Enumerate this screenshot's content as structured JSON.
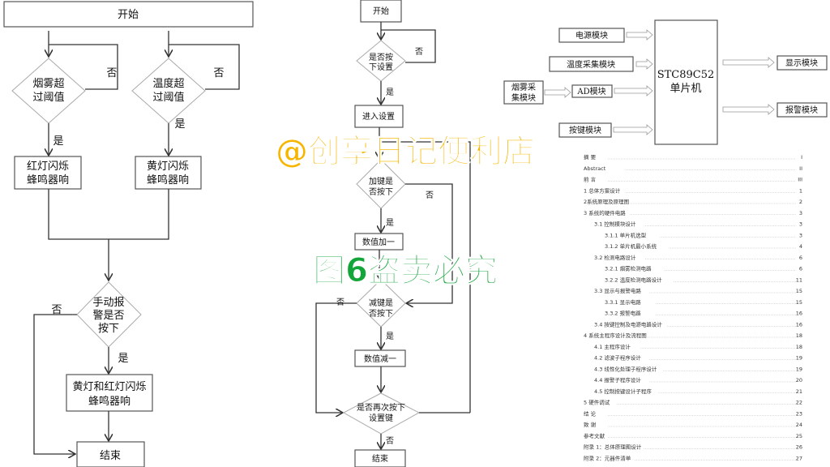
{
  "left_flow": {
    "start": "开始",
    "smoke_q": [
      "烟雾超",
      "过阈值"
    ],
    "temp_q": [
      "温度超",
      "过阈值"
    ],
    "no": "否",
    "yes": "是",
    "red_box": [
      "红灯闪烁",
      "蜂鸣器响"
    ],
    "yellow_box": [
      "黄灯闪烁",
      "蜂鸣器响"
    ],
    "manual_q": [
      "手动报",
      "警是否",
      "按下"
    ],
    "both_box": [
      "黄灯和红灯闪烁",
      "蜂鸣器响"
    ],
    "end": "结束"
  },
  "mid_flow": {
    "start": "开始",
    "set_q": [
      "是否按",
      "下设置"
    ],
    "enter": "进入设置",
    "plus_q": [
      "加键是",
      "否按下"
    ],
    "plus_box": "数值加一",
    "minus_q": [
      "减键是",
      "否按下"
    ],
    "minus_box": "数值减一",
    "again_q": [
      "是否再次按下",
      "设置键"
    ],
    "end": "结束",
    "no": "否",
    "yes": "是"
  },
  "block_diagram": {
    "power": "电源模块",
    "temp": "温度采集模块",
    "smoke": [
      "烟雾采",
      "集模块"
    ],
    "ad": "AD模块",
    "keys": "按键模块",
    "mcu": [
      "STC89C52",
      "单片机"
    ],
    "display": "显示模块",
    "alarm": "报警模块"
  },
  "toc": [
    {
      "level": 0,
      "title": "摘  要",
      "page": "I"
    },
    {
      "level": 0,
      "title": "Abstract",
      "page": "II"
    },
    {
      "level": 0,
      "title": "前  言",
      "page": "III"
    },
    {
      "level": 0,
      "title": "1 总体方案设计",
      "page": "1"
    },
    {
      "level": 0,
      "title": "2系统原理及原理图",
      "page": "2"
    },
    {
      "level": 0,
      "title": "3 系统的硬件电路",
      "page": "3"
    },
    {
      "level": 1,
      "title": "3.1 控制模块设计",
      "page": "3"
    },
    {
      "level": 2,
      "title": "3.1.1 单片机选型",
      "page": "3"
    },
    {
      "level": 2,
      "title": "3.1.2 单片机最小系统",
      "page": "4"
    },
    {
      "level": 1,
      "title": "3.2 检测电路设计",
      "page": "6"
    },
    {
      "level": 2,
      "title": "3.2.1 烟雾检测电路",
      "page": "6"
    },
    {
      "level": 2,
      "title": "3.2.2 温度检测电路设计",
      "page": "11"
    },
    {
      "level": 1,
      "title": "3.3 显示与报警电路",
      "page": "15"
    },
    {
      "level": 2,
      "title": "3.3.1 显示电路",
      "page": "15"
    },
    {
      "level": 2,
      "title": "3.3.2 报警电路",
      "page": "16"
    },
    {
      "level": 1,
      "title": "3.4 按键控制及电源电路设计",
      "page": "16"
    },
    {
      "level": 0,
      "title": "4 系统主程序设计及流程图",
      "page": "18"
    },
    {
      "level": 1,
      "title": "4.1 主程序设计",
      "page": "18"
    },
    {
      "level": 1,
      "title": "4.2 滤波子程序设计",
      "page": "19"
    },
    {
      "level": 1,
      "title": "4.3 线性化处理子程序设计",
      "page": "19"
    },
    {
      "level": 1,
      "title": "4.4 报警子程序设计",
      "page": "20"
    },
    {
      "level": 1,
      "title": "4.5 控制按键设计子程序",
      "page": "21"
    },
    {
      "level": 0,
      "title": "5 硬件调试",
      "page": "22"
    },
    {
      "level": 0,
      "title": "结  论",
      "page": "23"
    },
    {
      "level": 0,
      "title": "致  谢",
      "page": "24"
    },
    {
      "level": 0,
      "title": "参考文献",
      "page": "25"
    },
    {
      "level": 0,
      "title": "附录 1：总体原理图设计",
      "page": "26"
    },
    {
      "level": 0,
      "title": "附录 2：元器件清单",
      "page": "27"
    }
  ],
  "watermarks": {
    "shop": "@创享日记便利店",
    "warning": "图6盗卖必究",
    "shop_color": "#f7b500",
    "warning_color": "#14a53a"
  }
}
